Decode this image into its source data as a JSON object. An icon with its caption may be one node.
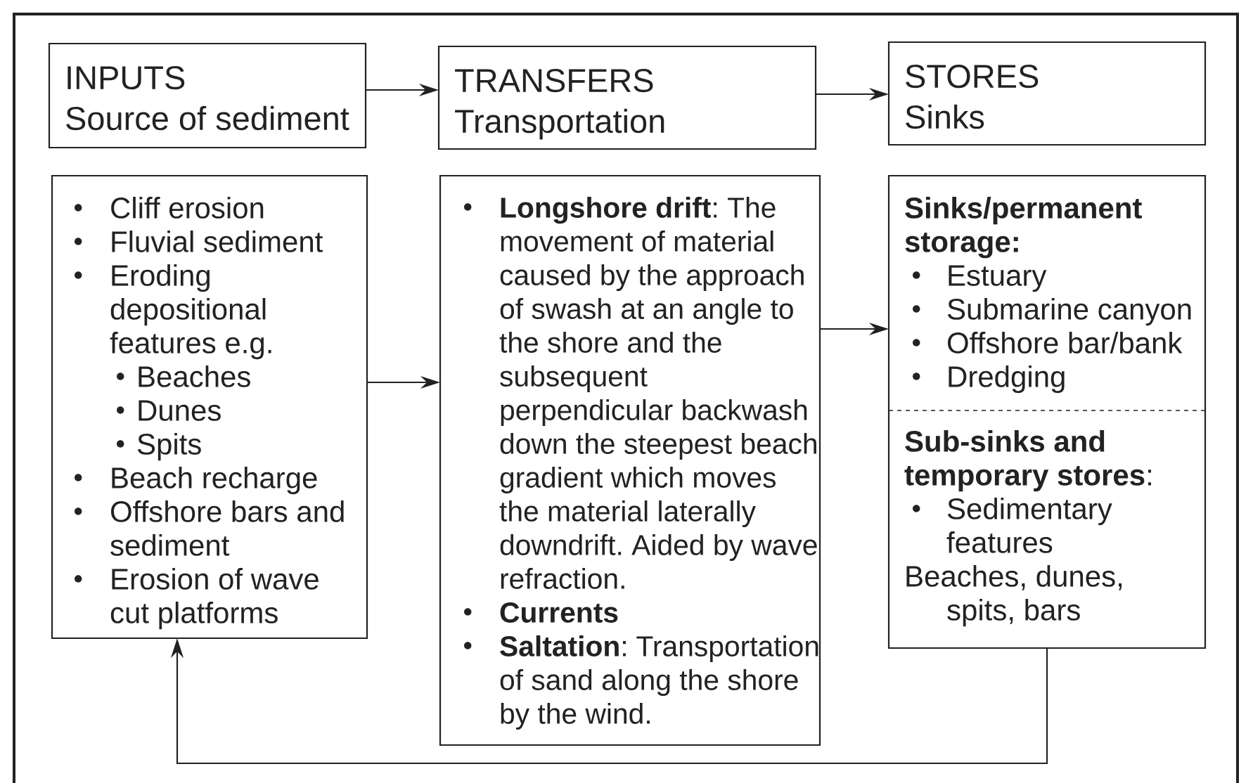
{
  "diagram": {
    "nodes": [
      {
        "text": [
          "INPUTS",
          "Source of sediment"
        ]
      },
      {
        "text": [
          "TRANSFERS",
          "Transportation"
        ]
      },
      {
        "text": [
          "STORES",
          "Sinks"
        ]
      },
      {
        "text": [
          "Cliff erosion",
          "Fluvial sediment",
          "Eroding depositional features e.g.",
          "Beaches",
          "Dunes",
          "Spits",
          "Beach recharge",
          "Offshore bars and sediment",
          "Erosion of wave cut platforms"
        ]
      },
      {
        "text": [
          "**Longshore drift**: The movement of material caused by the approach of swash at an angle to the shore and the subsequent perpendicular backwash down the steepest beach gradient which moves the material laterally downdrift. Aided by wave refraction.",
          "Currents",
          "**Saltation**: Transportation of sand along the shore by the wind."
        ]
      },
      {
        "text": [
          "Sinks/permanent storage:",
          "Estuary",
          "Submarine canyon",
          "Offshore bar/bank",
          "Dredging",
          "**Sub-sinks and temporary stores**:",
          "Sedimentary features",
          "Beaches, dunes, spits, bars"
        ]
      }
    ],
    "edges": [
      {
        "from": 0,
        "to": 1,
        "arrow": "to"
      },
      {
        "from": 1,
        "to": 2,
        "arrow": "to"
      },
      {
        "from": 3,
        "to": 4,
        "arrow": "to"
      },
      {
        "from": 4,
        "to": 5,
        "arrow": "to"
      },
      {
        "from": 5,
        "to": 3,
        "arrow": "to"
      }
    ]
  }
}
